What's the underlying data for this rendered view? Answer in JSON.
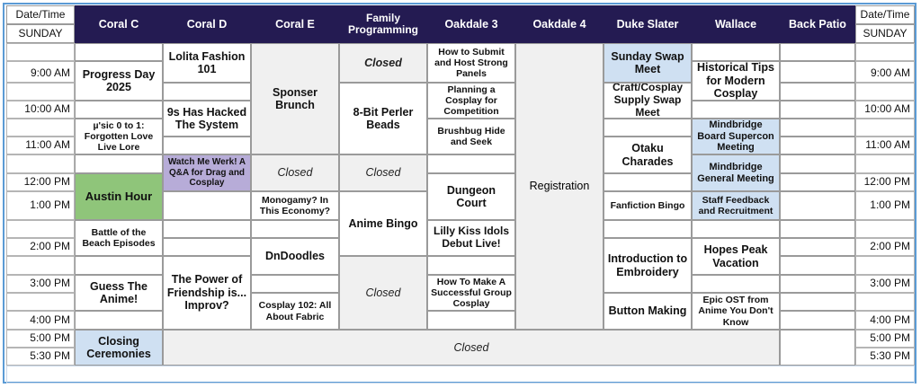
{
  "header": {
    "left_title": "Date/Time",
    "left_day": "SUNDAY",
    "right_title": "Date/Time",
    "right_day": "SUNDAY",
    "rooms": [
      "Coral C",
      "Coral D",
      "Coral E",
      "Family Programming",
      "Oakdale 3",
      "Oakdale 4",
      "Duke Slater",
      "Wallace",
      "Back Patio"
    ]
  },
  "times": [
    "9:00 AM",
    "10:00 AM",
    "11:00 AM",
    "12:00 PM",
    "1:00 PM",
    "2:00 PM",
    "3:00 PM",
    "4:00 PM",
    "5:00 PM",
    "5:30 PM"
  ],
  "events": {
    "progress_day": "Progress Day 2025",
    "music_0_to_1": "µ'sic 0 to 1: Forgotten Love Live Lore",
    "austin_hour": "Austin Hour",
    "battle_beach": "Battle of the Beach Episodes",
    "guess_anime": "Guess The Anime!",
    "closing": "Closing Ceremonies",
    "lolita": "Lolita Fashion 101",
    "nines_hacked": "9s Has Hacked The System",
    "watch_me_werk": "Watch Me Werk! A Q&A for Drag and Cosplay",
    "power_friendship": "The Power of Friendship is... Improv?",
    "sponser_brunch": "Sponser Brunch",
    "coral_e_closed": "Closed",
    "monogamy": "Monogamy? In This Economy?",
    "dndoodles": "DnDoodles",
    "cosplay_102": "Cosplay 102: All About Fabric",
    "family_closed_1": "Closed",
    "perler": "8-Bit Perler Beads",
    "family_closed_2": "Closed",
    "anime_bingo": "Anime Bingo",
    "family_closed_3": "Closed",
    "submit_panels": "How to Submit and Host Strong Panels",
    "planning_cosplay": "Planning a Cosplay for Competition",
    "brushbug": "Brushbug Hide and Seek",
    "dungeon_court": "Dungeon Court",
    "lilly_kiss": "Lilly Kiss Idols Debut Live!",
    "group_cosplay": "How To Make A Successful Group Cosplay",
    "registration": "Registration",
    "swap_meet": "Sunday Swap Meet",
    "craft_swap": "Craft/Cosplay Supply Swap Meet",
    "otaku_charades": "Otaku Charades",
    "fanfic_bingo": "Fanfiction Bingo",
    "embroidery": "Introduction to Embroidery",
    "button_making": "Button Making",
    "historical_tips": "Historical Tips for Modern Cosplay",
    "mindbridge_supercon": "Mindbridge Board Supercon Meeting",
    "mindbridge_general": "Mindbridge General Meeting",
    "staff_feedback": "Staff Feedback and Recruitment",
    "hopes_peak": "Hopes Peak Vacation",
    "epic_ost": "Epic OST from Anime You Don't Know",
    "closed_span": "Closed"
  },
  "colors": {
    "header_bg": "#241b52",
    "header_text": "#ffffff",
    "closed_gray": "#f0f0f0",
    "light_blue": "#cfe0f2",
    "lavender": "#b7acd8",
    "green": "#8fc57a",
    "frame_blue": "#5b9bd5"
  }
}
